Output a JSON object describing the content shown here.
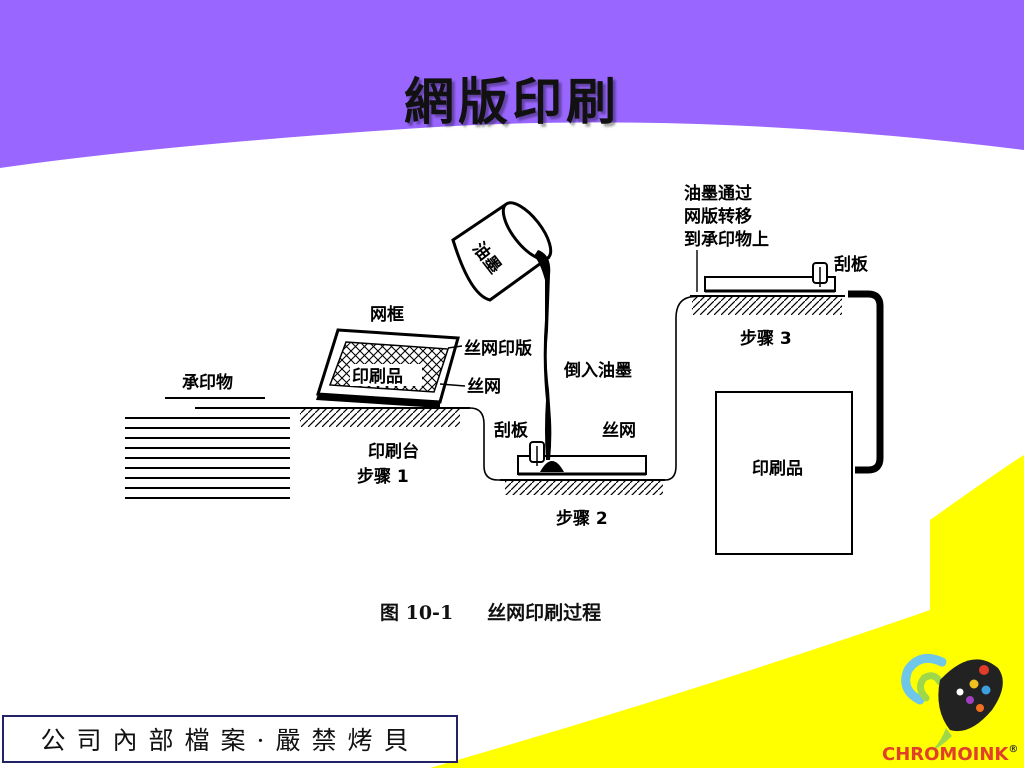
{
  "slide": {
    "title": "網版印刷",
    "footer": "公司內部檔案·嚴禁烤貝",
    "brand": "CHROMOINK",
    "brand_mark": "®"
  },
  "diagram": {
    "caption_number": "图 10-1",
    "caption_text": "丝网印刷过程",
    "labels": {
      "substrate": "承印物",
      "frame": "网框",
      "screen_stencil": "丝网印版",
      "printed_item_on_screen": "印刷品",
      "mesh_1": "丝网",
      "print_table": "印刷台",
      "step1": "步骤 1",
      "ink_bucket": "油墨",
      "pour_ink": "倒入油墨",
      "squeegee_2": "刮板",
      "mesh_2": "丝网",
      "step2": "步骤 2",
      "transfer_line1": "油墨通过",
      "transfer_line2": "网版转移",
      "transfer_line3": "到承印物上",
      "squeegee_3": "刮板",
      "step3": "步骤 3",
      "printed_output": "印刷品"
    }
  },
  "colors": {
    "purple_band": "#9966ff",
    "yellow_accent": "#ffff00",
    "footer_border": "#222266",
    "brand_red": "#e0402a"
  }
}
